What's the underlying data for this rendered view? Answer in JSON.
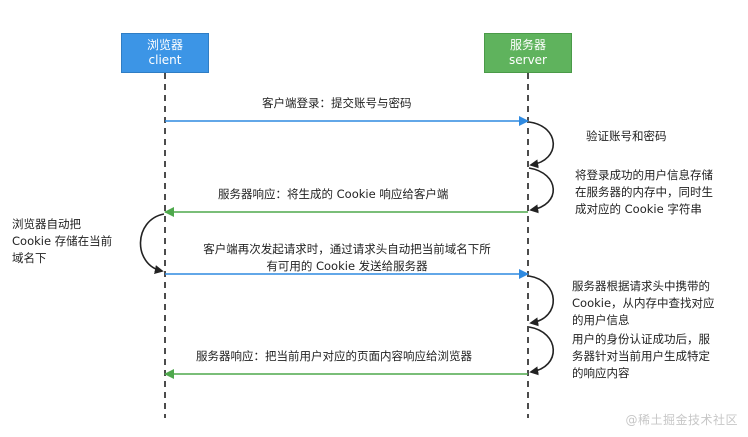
{
  "actors": {
    "browser": {
      "name": "浏览器",
      "sub": "client"
    },
    "server": {
      "name": "服务器",
      "sub": "server"
    }
  },
  "messages": {
    "login": "客户端登录：提交账号与密码",
    "verify": "验证账号和密码",
    "store_line1": "将登录成功的用户信息存储",
    "store_line2": "在服务器的内存中，同时生",
    "store_line3": "成对应的 Cookie 字符串",
    "response1": "服务器响应：将生成的 Cookie 响应给客户端",
    "browser_store_line1": "浏览器自动把",
    "browser_store_line2": "Cookie 存储在当前",
    "browser_store_line3": "域名下",
    "request_line1": "客户端再次发起请求时，通过请求头自动把当前域名下所",
    "request_line2": "有可用的 Cookie 发送给服务器",
    "lookup_line1": "服务器根据请求头中携带的",
    "lookup_line2": "Cookie，从内存中查找对应",
    "lookup_line3": "的用户信息",
    "auth_line1": "用户的身份认证成功后，服",
    "auth_line2": "务器针对当前用户生成特定",
    "auth_line3": "的响应内容",
    "response2": "服务器响应：把当前用户对应的页面内容响应给浏览器"
  },
  "watermark": "@稀土掘金技术社区",
  "colors": {
    "browser": "#3c95e6",
    "server": "#5fb35d",
    "request_arrow": "#2f8ae0",
    "response_arrow": "#4ea84c",
    "self_arrow": "#222222",
    "lifeline": "#111111"
  }
}
